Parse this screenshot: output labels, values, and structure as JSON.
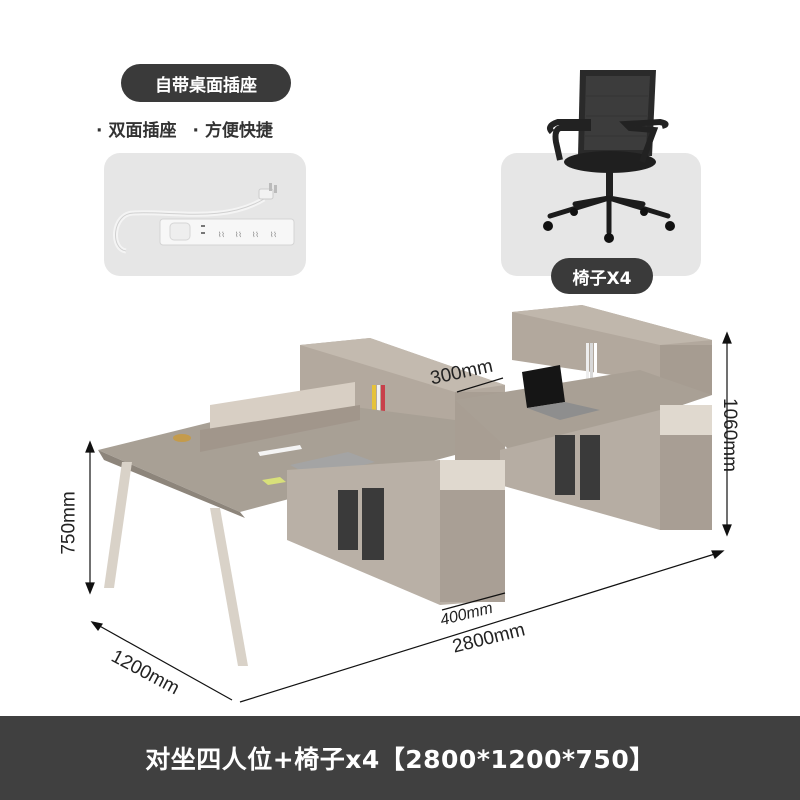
{
  "feature_box": {
    "badge": "自带桌面插座",
    "features": [
      "双面插座",
      "方便快捷"
    ],
    "bullet": "·",
    "image": "power-strip"
  },
  "chair_box": {
    "badge": "椅子X4",
    "image": "office-chair"
  },
  "dimensions": {
    "shelf_depth": "300mm",
    "cabinet_height": "1060mm",
    "desk_height": "750mm",
    "cabinet_width": "400mm",
    "total_length": "2800mm",
    "desk_depth": "1200mm"
  },
  "footer": {
    "title": "对坐四人位+椅子x4【2800*1200*750】"
  },
  "colors": {
    "badge_bg": "#3a3a3a",
    "card_bg": "#e6e6e6",
    "footer_bg": "#404040",
    "wood": "#a99f94",
    "wood_light": "#b8afa4",
    "panel_cream": "#ddd5ca",
    "leg": "#d9d2c8"
  }
}
